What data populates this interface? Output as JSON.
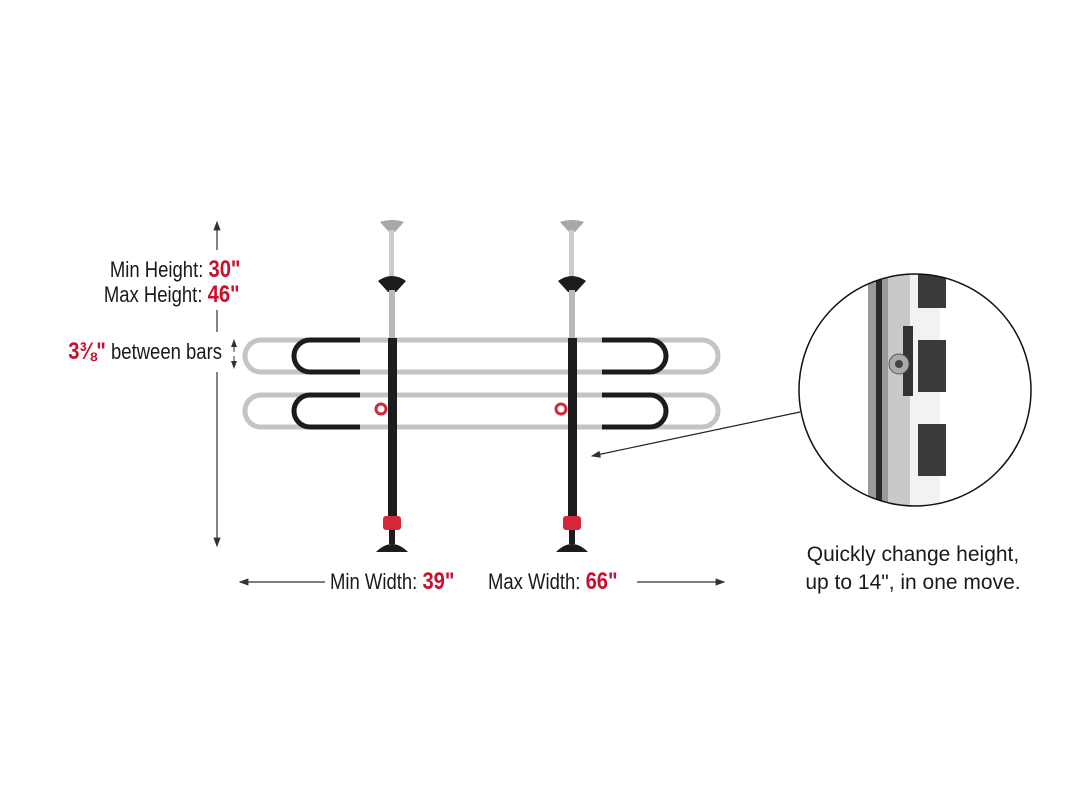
{
  "dimensions": {
    "min_height": {
      "label": "Min Height:",
      "value": "30\""
    },
    "max_height": {
      "label": "Max Height:",
      "value": "46\""
    },
    "bar_spacing": {
      "value": "3⅜\"",
      "label": "between bars"
    },
    "min_width": {
      "label": "Min Width:",
      "value": "39\""
    },
    "max_width": {
      "label": "Max Width:",
      "value": "66\""
    }
  },
  "callout": {
    "line1": "Quickly change height,",
    "line2": "up to 14\", in one move."
  },
  "colors": {
    "accent": "#c8102e",
    "text": "#1a1a1a",
    "bar_gray": "#bdbdbd",
    "pole_black": "#1c1c1c"
  }
}
